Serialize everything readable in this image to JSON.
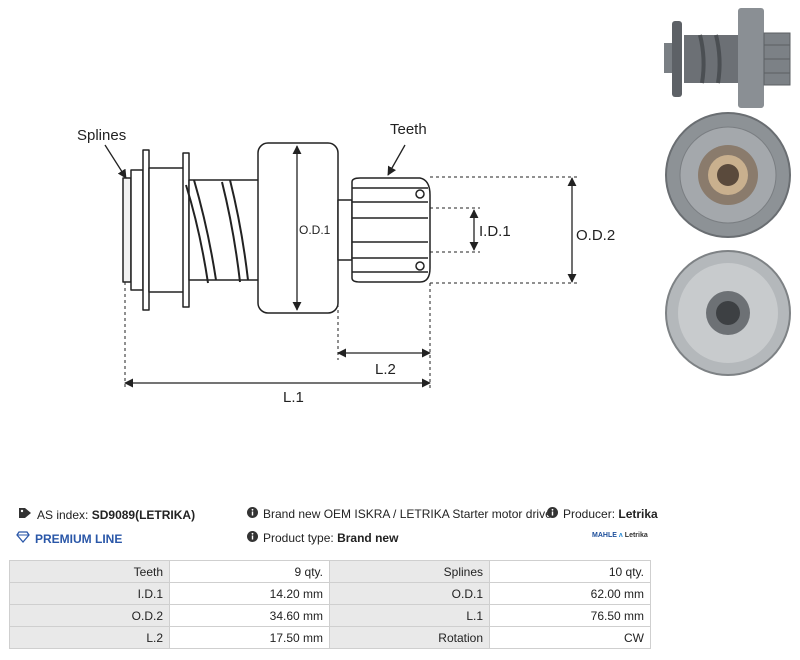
{
  "diagram": {
    "labels": {
      "splines": "Splines",
      "teeth": "Teeth",
      "od1": "O.D.1",
      "id1": "I.D.1",
      "od2": "O.D.2",
      "l2": "L.2",
      "l1": "L.1"
    }
  },
  "info": {
    "as_index_label": "AS index:",
    "as_index_value": "SD9089(LETRIKA)",
    "description": "Brand new OEM ISKRA / LETRIKA Starter motor drive",
    "producer_label": "Producer:",
    "producer_value": "Letrika",
    "premium_line": "PREMIUM LINE",
    "product_type_label": "Product type:",
    "product_type_value": "Brand new",
    "brand_logo_mahle": "MAHLE",
    "brand_logo_letrika": "Letrika"
  },
  "specs": [
    {
      "label1": "Teeth",
      "value1": "9 qty.",
      "label2": "Splines",
      "value2": "10 qty."
    },
    {
      "label1": "I.D.1",
      "value1": "14.20 mm",
      "label2": "O.D.1",
      "value2": "62.00 mm"
    },
    {
      "label1": "O.D.2",
      "value1": "34.60 mm",
      "label2": "L.1",
      "value2": "76.50 mm"
    },
    {
      "label1": "L.2",
      "value1": "17.50 mm",
      "label2": "Rotation",
      "value2": "CW"
    }
  ],
  "icons": {
    "tag": "tag-icon",
    "info": "info-icon",
    "diamond": "diamond-icon"
  },
  "colors": {
    "premium": "#2a57a8",
    "table_label_bg": "#e9e9e9",
    "table_border": "#cfcfcf"
  }
}
